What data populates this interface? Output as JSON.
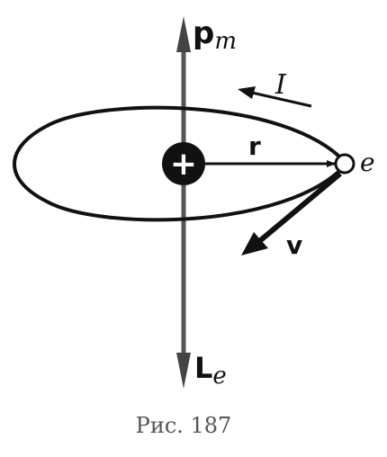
{
  "labels": {
    "magnetic_moment_main": "p",
    "magnetic_moment_sub": "m",
    "current": "I",
    "radius": "r",
    "electron": "e",
    "velocity": "v",
    "angular_momentum_main": "L",
    "angular_momentum_sub": "e",
    "nucleus_sign": "+"
  },
  "caption": "Рис. 187",
  "colors": {
    "ink": "#111111",
    "axis": "#555555",
    "caption": "#555555"
  }
}
